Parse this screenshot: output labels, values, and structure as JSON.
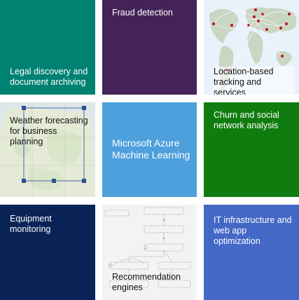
{
  "tiles": [
    {
      "id": "t1",
      "label": "Legal discovery and document archiving",
      "color": "#008272"
    },
    {
      "id": "t2",
      "label": "Fraud detection",
      "color": "#442359"
    },
    {
      "id": "t3",
      "label": "Location-based tracking and services",
      "color": "#e8f1fa"
    },
    {
      "id": "t4",
      "label": "Weather forecasting for business planning",
      "color": "#e6ecde"
    },
    {
      "id": "t5",
      "label": "Microsoft Azure Machine Learning",
      "color": "#4ea0dc"
    },
    {
      "id": "t6",
      "label": "Churn and social network analysis",
      "color": "#107c10"
    },
    {
      "id": "t7",
      "label": "Equipment monitoring",
      "color": "#0a2356"
    },
    {
      "id": "t8",
      "label": "Recommendation engines",
      "color": "#f2f2f2"
    },
    {
      "id": "t9",
      "label": "IT infrastructure and web app optimization",
      "color": "#4468c6"
    }
  ],
  "icons": {
    "world_map": "world-map-image",
    "europe_map": "europe-map-image",
    "workflow": "workflow-diagram-image"
  }
}
